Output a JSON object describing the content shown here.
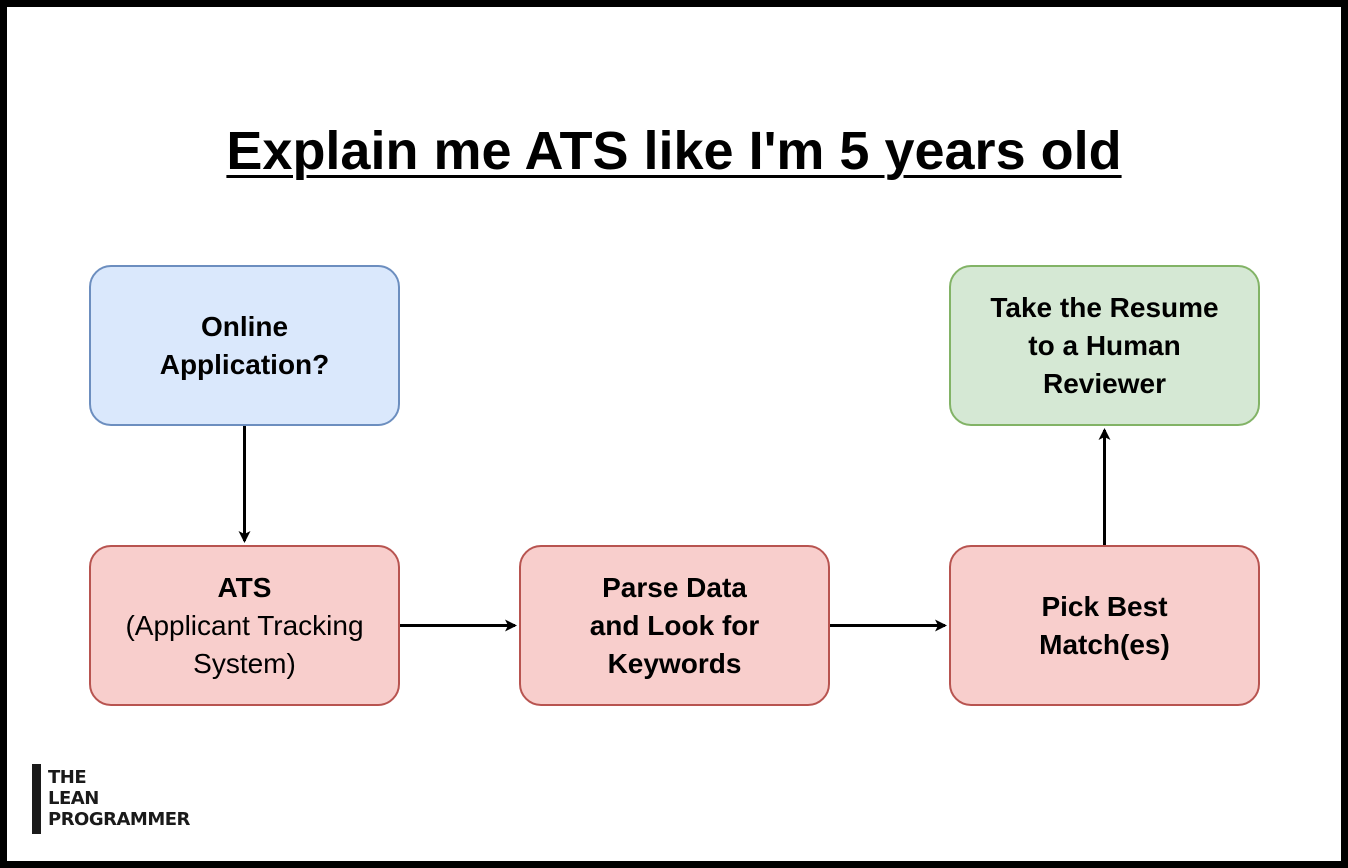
{
  "title": "Explain me ATS like I'm 5 years old",
  "nodes": {
    "online": {
      "lines": [
        "Online",
        "Application?"
      ],
      "fill": "#dae8fc",
      "stroke": "#6c8ebf"
    },
    "ats": {
      "heading": "ATS",
      "lines": [
        "(Applicant Tracking",
        "System)"
      ],
      "fill": "#f8cecc",
      "stroke": "#b85450"
    },
    "parse": {
      "lines": [
        "Parse Data",
        "and Look for",
        "Keywords"
      ],
      "fill": "#f8cecc",
      "stroke": "#b85450"
    },
    "pick": {
      "lines": [
        "Pick Best",
        "Match(es)"
      ],
      "fill": "#f8cecc",
      "stroke": "#b85450"
    },
    "human": {
      "lines": [
        "Take the Resume",
        "to a Human",
        "Reviewer"
      ],
      "fill": "#d5e8d4",
      "stroke": "#82b366"
    }
  },
  "edges": [
    {
      "from": "Online Application?",
      "to": "ATS"
    },
    {
      "from": "ATS",
      "to": "Parse Data and Look for Keywords"
    },
    {
      "from": "Parse Data and Look for Keywords",
      "to": "Pick Best Match(es)"
    },
    {
      "from": "Pick Best Match(es)",
      "to": "Take the Resume to a Human Reviewer"
    }
  ],
  "logo": {
    "lines": [
      "THE",
      "LEAN",
      "PROGRAMMER"
    ]
  }
}
